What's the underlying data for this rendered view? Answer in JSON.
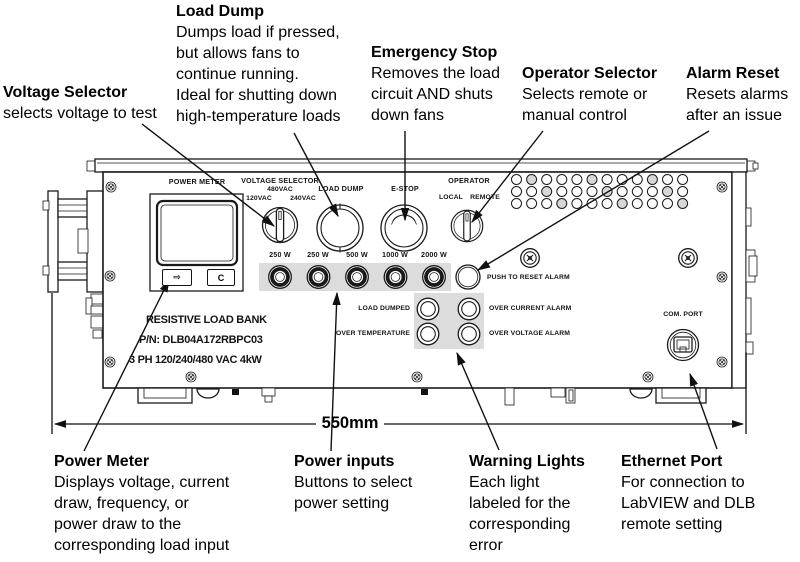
{
  "annotations": {
    "voltage_selector": {
      "title": "Voltage Selector",
      "body": "selects voltage to test"
    },
    "load_dump": {
      "title": "Load Dump",
      "body": "Dumps load if pressed,\nbut allows fans to\ncontinue running.\nIdeal for shutting down\nhigh-temperature loads"
    },
    "emergency_stop": {
      "title": "Emergency Stop",
      "body": "Removes the load\ncircuit AND shuts\ndown fans"
    },
    "operator_selector": {
      "title": "Operator Selector",
      "body": "Selects remote or\nmanual control"
    },
    "alarm_reset": {
      "title": "Alarm Reset",
      "body": "Resets alarms\nafter an issue"
    },
    "power_meter": {
      "title": "Power Meter",
      "body": "Displays voltage, current\ndraw, frequency, or\npower draw to the\ncorresponding load input"
    },
    "power_inputs": {
      "title": "Power inputs",
      "body": "Buttons to select\npower setting"
    },
    "warning_lights": {
      "title": "Warning Lights",
      "body": "Each light\nlabeled for the\ncorresponding\nerror"
    },
    "ethernet_port": {
      "title": "Ethernet Port",
      "body": "For connection to\nLabVIEW and DLB\nremote setting"
    }
  },
  "panel": {
    "power_meter_label": "POWER METER",
    "meter_buttons": {
      "next_icon": "⇨",
      "clear": "C"
    },
    "voltage_selector": {
      "label": "VOLTAGE SELECTOR",
      "positions": {
        "top": "480VAC",
        "left": "120VAC",
        "right": "240VAC"
      }
    },
    "load_dump_label": "LOAD DUMP",
    "estop_label": "E-STOP",
    "operator": {
      "label": "OPERATOR",
      "positions": {
        "left": "LOCAL",
        "right": "REMOTE"
      }
    },
    "power_buttons": [
      "250 W",
      "250 W",
      "500 W",
      "1000 W",
      "2000 W"
    ],
    "alarm_reset_label": "PUSH TO RESET ALARM",
    "warning_lights": {
      "load_dumped": "LOAD DUMPED",
      "over_current": "OVER CURRENT ALARM",
      "over_temperature": "OVER TEMPERATURE",
      "over_voltage": "OVER VOLTAGE ALARM"
    },
    "nameplate": [
      "RESISTIVE LOAD BANK",
      "P/N: DLB04A172RBPC03",
      "3 PH 120/240/480 VAC 4kW"
    ],
    "com_port_label": "COM. PORT"
  },
  "dimension": {
    "width_label": "550mm"
  }
}
